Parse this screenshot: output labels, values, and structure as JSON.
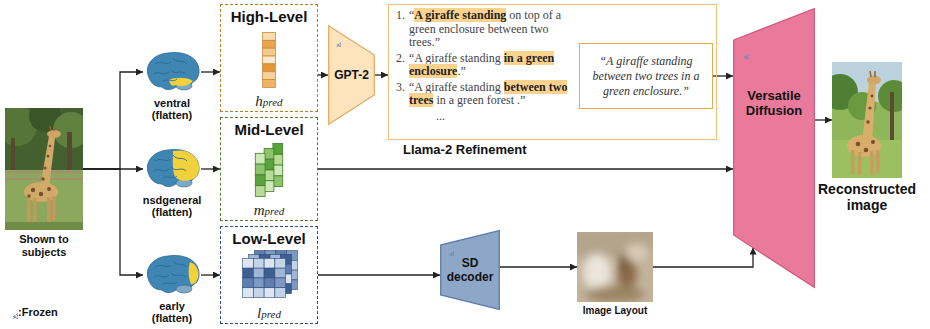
{
  "diagram": {
    "nodes": [
      {
        "text": [
          "Shown to subjects"
        ]
      },
      {
        "text": [
          "ventral (flatten)"
        ]
      },
      {
        "text": [
          "nsdgeneral (flatten)"
        ]
      },
      {
        "text": [
          "early (flatten)"
        ]
      },
      {
        "text": [
          "High-Level",
          "hpred"
        ]
      },
      {
        "text": [
          "GPT-2"
        ]
      },
      {
        "text": [
          "1.",
          "“A giraffe standing on top of a green enclosure between two trees.”",
          "2.",
          "“A giraffe standing in a green enclosure.”",
          "3.",
          "“A giraffe standing between two trees in a green forest .”",
          "...",
          "Llama-2 Refinement"
        ]
      },
      {
        "text": [
          "“A giraffe standing between two trees in a green enclosure.”"
        ],
        "in": 6
      },
      {
        "text": [
          "Mid-Level",
          "mpred"
        ]
      },
      {
        "text": [
          "Low-Level",
          "lpred"
        ]
      },
      {
        "text": [
          "SD decoder"
        ]
      },
      {
        "text": [
          "Image Layout"
        ]
      },
      {
        "text": [
          "Versatile Diffusion"
        ]
      },
      {
        "text": [
          "Reconstructed image"
        ]
      }
    ],
    "edges": [
      {
        "from": 0,
        "to": 1,
        "arrow": "to"
      },
      {
        "from": 0,
        "to": 2,
        "arrow": "to"
      },
      {
        "from": 0,
        "to": 3,
        "arrow": "to"
      },
      {
        "from": 1,
        "to": 4,
        "arrow": "to"
      },
      {
        "from": 2,
        "to": 8,
        "arrow": "to"
      },
      {
        "from": 3,
        "to": 9,
        "arrow": "to"
      },
      {
        "from": 4,
        "to": 5,
        "arrow": "to"
      },
      {
        "from": 5,
        "to": 6,
        "arrow": "to"
      },
      {
        "from": 7,
        "to": 12,
        "arrow": "to"
      },
      {
        "from": 8,
        "to": 12,
        "arrow": "to"
      },
      {
        "from": 9,
        "to": 10,
        "arrow": "to"
      },
      {
        "from": 10,
        "to": 11,
        "arrow": "to"
      },
      {
        "from": 11,
        "to": 12,
        "arrow": "to"
      },
      {
        "from": 12,
        "to": 13,
        "arrow": "to"
      }
    ],
    "legend": [
      {
        "text": ":Frozen"
      }
    ]
  }
}
